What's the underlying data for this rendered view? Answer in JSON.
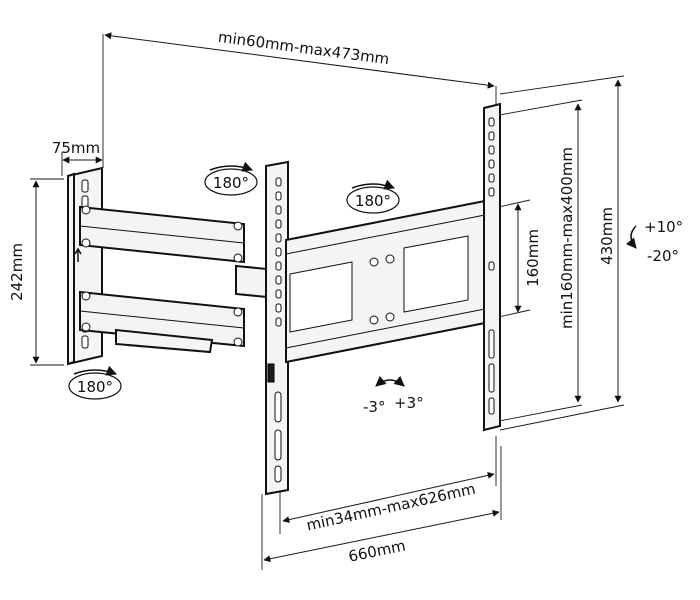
{
  "dimensions": {
    "arm_extension": "min60mm-max473mm",
    "wall_plate_depth": "75mm",
    "wall_plate_height": "242mm",
    "vesa_vertical_min": "160mm",
    "vesa_vertical_range": "min160mm-max400mm",
    "bracket_height": "430mm",
    "vesa_horizontal_range": "min34mm-max626mm",
    "bracket_width": "660mm"
  },
  "rotations": {
    "swivel_top_left": "180°",
    "swivel_middle": "180°",
    "swivel_bottom_left": "180°",
    "tilt_up": "+10°",
    "tilt_down": "-20°",
    "level_minus": "-3°",
    "level_plus": "+3°"
  }
}
